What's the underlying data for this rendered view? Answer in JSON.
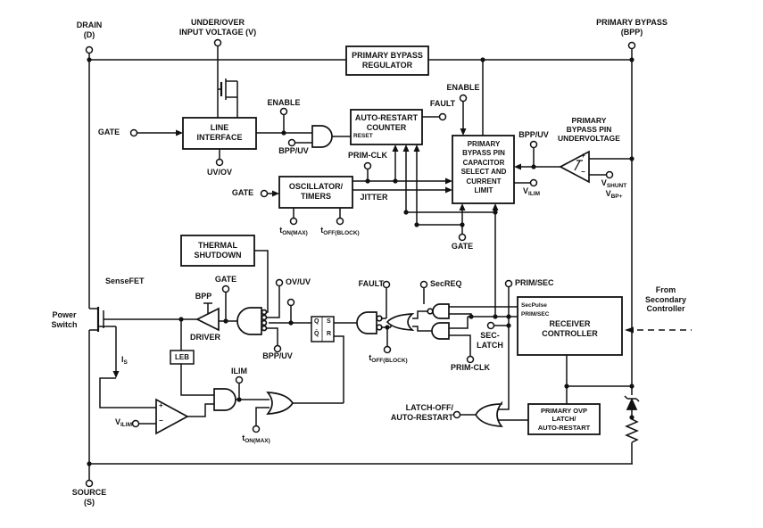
{
  "colors": {
    "ink": "#111111",
    "bg": "#ffffff"
  },
  "pins": {
    "drain": "DRAIN\n(D)",
    "input_voltage": "UNDER/OVER\nINPUT VOLTAGE (V)",
    "primary_bypass": "PRIMARY BYPASS\n(BPP)",
    "source": "SOURCE\n(S)"
  },
  "blocks": {
    "regulator": "PRIMARY BYPASS\nREGULATOR",
    "line_interface": "LINE\nINTERFACE",
    "auto_restart_counter": "AUTO-RESTART\nCOUNTER",
    "reset": "RESET",
    "oscillator_timers": "OSCILLATOR/\nTIMERS",
    "thermal_shutdown": "THERMAL\nSHUTDOWN",
    "bypass_cap_select": "PRIMARY\nBYPASS PIN\nCAPACITOR\nSELECT AND\nCURRENT\nLIMIT",
    "bypass_undervoltage": "PRIMARY\nBYPASS PIN\nUNDERVOLTAGE",
    "receiver_controller": "RECEIVER\nCONTROLLER",
    "receiver_in_secpulse": "SecPulse",
    "receiver_in_primsec": "PRIM/SEC",
    "primary_ovp": "PRIMARY OVP\nLATCH/\nAUTO-RESTART",
    "leb": "LEB"
  },
  "signals": {
    "gate": "GATE",
    "enable": "ENABLE",
    "bpp_uv": "BPP/UV",
    "uv_ov": "UV/OV",
    "prim_clk": "PRIM-CLK",
    "jitter": "JITTER",
    "fault": "FAULT",
    "ov_uv": "OV/UV",
    "sec_req": "SecREQ",
    "prim_sec": "PRIM/SEC",
    "sec_latch": "SEC-\nLATCH",
    "ilim": "ILIM",
    "latch_off": "LATCH-OFF/\nAUTO-RESTART",
    "power_switch": "Power\nSwitch",
    "sensefet": "SenseFET",
    "driver": "DRIVER",
    "bpp": "BPP",
    "from_secondary": "From\nSecondary\nController"
  },
  "sub_labels": {
    "t_on_max": {
      "base": "t",
      "sub": "ON(MAX)"
    },
    "t_off_block": {
      "base": "t",
      "sub": "OFF(BLOCK)"
    },
    "v_ilim": {
      "base": "V",
      "sub": "ILIM"
    },
    "v_shunt": {
      "base": "V",
      "sub": "SHUNT"
    },
    "v_bp_plus": {
      "base": "V",
      "sub": "BP+"
    },
    "i_s": {
      "base": "I",
      "sub": "S"
    }
  },
  "latch": {
    "q": "Q",
    "s": "S",
    "qbar": "Q̄",
    "r": "R"
  },
  "comparator": {
    "plus": "+",
    "minus": "−"
  }
}
